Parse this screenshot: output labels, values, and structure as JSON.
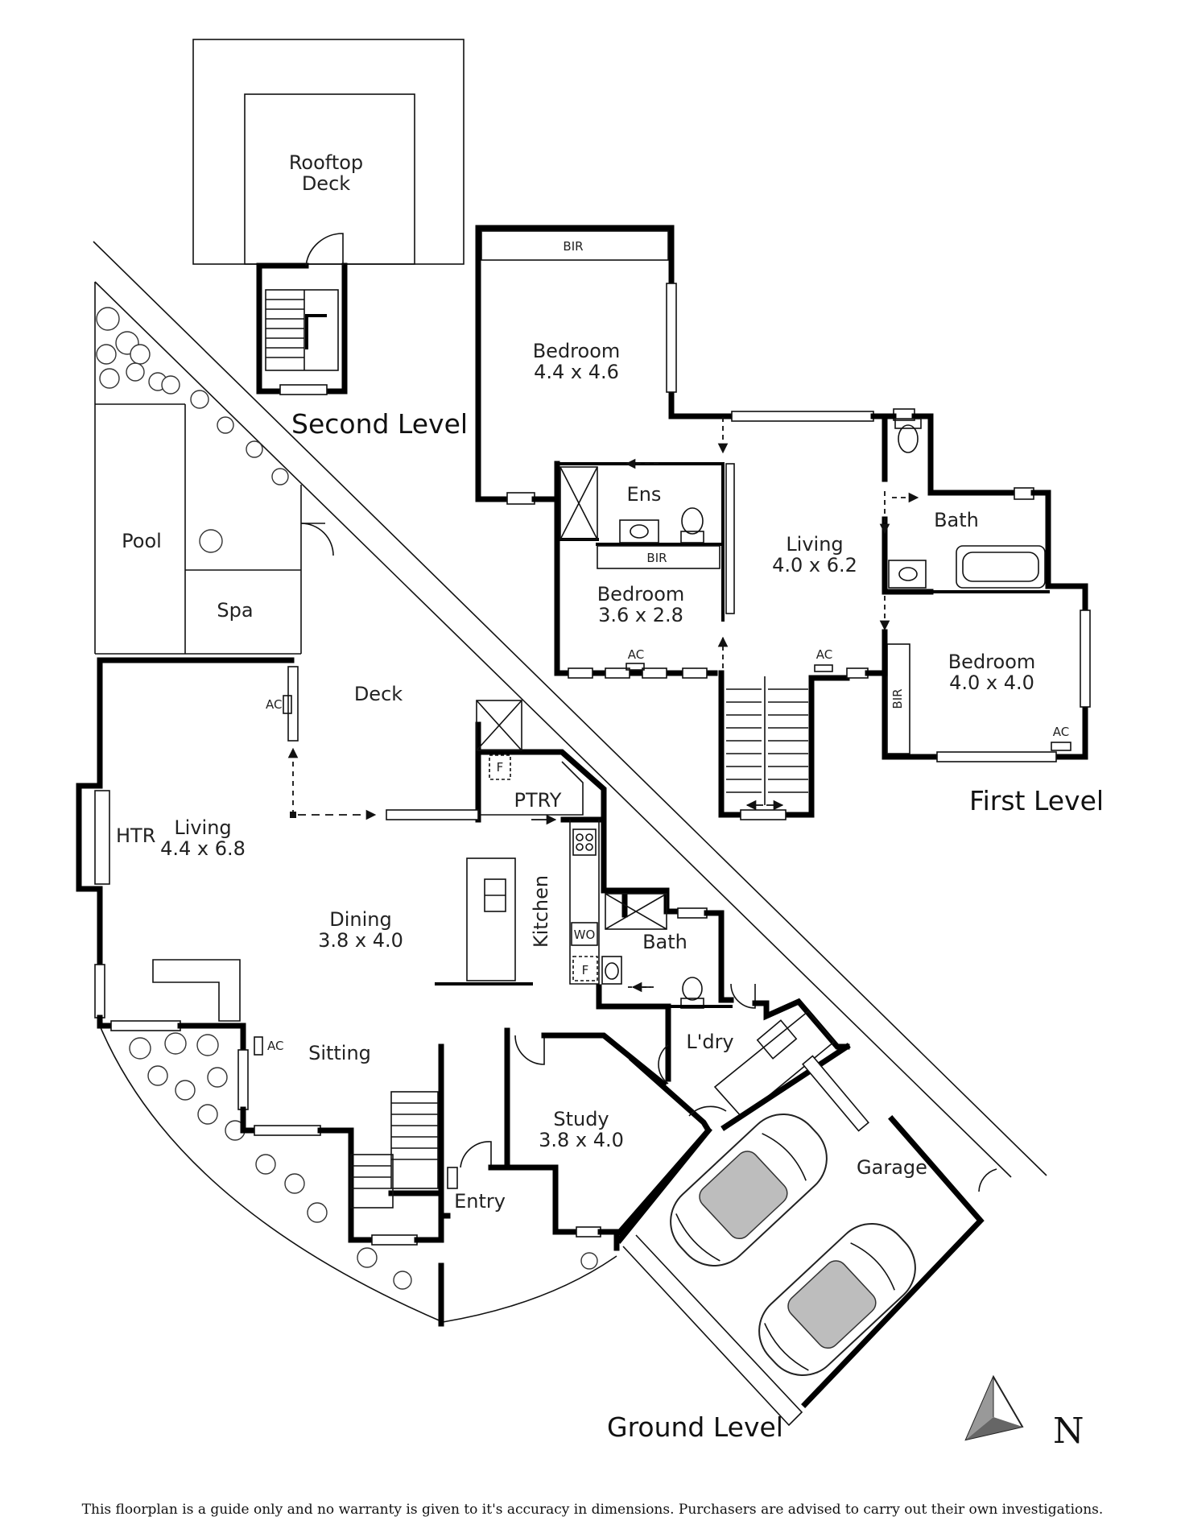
{
  "levels": {
    "second": "Second Level",
    "first": "First Level",
    "ground": "Ground Level"
  },
  "second_level": {
    "rooftop_deck": {
      "line1": "Rooftop",
      "line2": "Deck"
    }
  },
  "first_level": {
    "bedroom_main": {
      "name": "Bedroom",
      "size": "4.4 x 4.6"
    },
    "bir_top": "BIR",
    "ens": "Ens",
    "bir_ens": "BIR",
    "bedroom_2": {
      "name": "Bedroom",
      "size": "3.6 x 2.8"
    },
    "living": {
      "name": "Living",
      "size": "4.0 x 6.2"
    },
    "bath": "Bath",
    "bedroom_3": {
      "name": "Bedroom",
      "size": "4.0 x 4.0"
    },
    "bir_side": "BIR",
    "ac_1": "AC",
    "ac_2": "AC",
    "ac_3": "AC"
  },
  "ground_level": {
    "pool": "Pool",
    "spa": "Spa",
    "deck": "Deck",
    "living": {
      "name": "Living",
      "size": "4.4 x 6.8"
    },
    "htr": "HTR",
    "ac_1": "AC",
    "ac_2": "AC",
    "ptry": "PTRY",
    "pantry_fridge": "F",
    "kitchen": "Kitchen",
    "dining": {
      "name": "Dining",
      "size": "3.8 x 4.0"
    },
    "wo": "WO",
    "laundry_fridge": "F",
    "bath": "Bath",
    "laundry": "L'dry",
    "sitting": "Sitting",
    "study": {
      "name": "Study",
      "size": "3.8 x 4.0"
    },
    "entry": "Entry",
    "garage": "Garage"
  },
  "compass": {
    "label": "N"
  },
  "disclaimer": "This floorplan is a guide only and no warranty is given to it's accuracy in dimensions. Purchasers are advised to carry out their own investigations."
}
